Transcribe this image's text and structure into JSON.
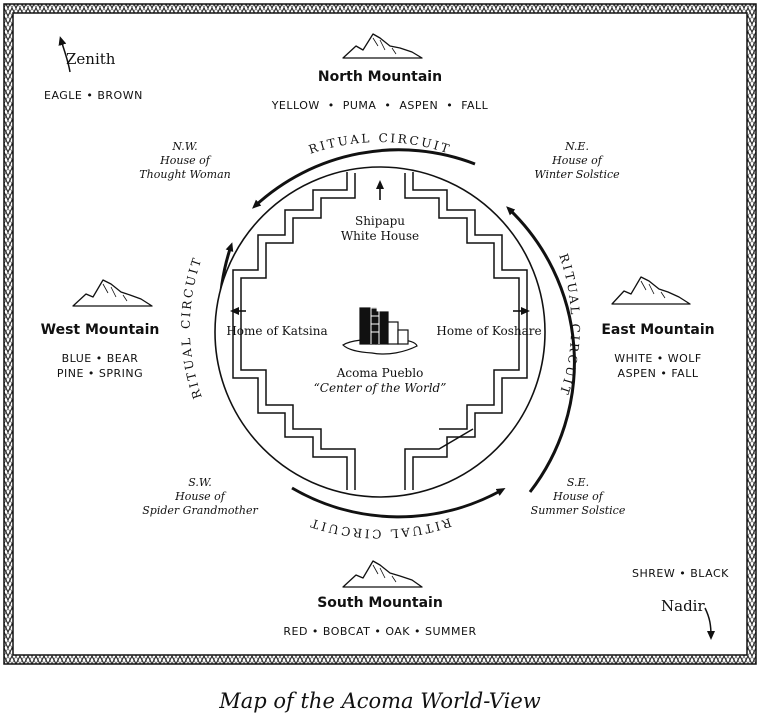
{
  "caption": "Map of the Acoma World-View",
  "zenith": {
    "label": "Zenith",
    "attributes": "EAGLE • BROWN"
  },
  "nadir": {
    "label": "Nadir",
    "attributes": "SHREW • BLACK"
  },
  "mountains": {
    "north": {
      "name": "North Mountain",
      "attributes": "YELLOW  •  PUMA  •  ASPEN  •  FALL"
    },
    "west": {
      "name": "West Mountain",
      "attributes_line1": "BLUE • BEAR",
      "attributes_line2": "PINE • SPRING"
    },
    "east": {
      "name": "East Mountain",
      "attributes_line1": "WHITE • WOLF",
      "attributes_line2": "ASPEN • FALL"
    },
    "south": {
      "name": "South Mountain",
      "attributes": "RED • BOBCAT • OAK • SUMMER"
    }
  },
  "intercardinal": {
    "nw": {
      "dir": "N.W.",
      "line1": "House of",
      "line2": "Thought Woman"
    },
    "ne": {
      "dir": "N.E.",
      "line1": "House of",
      "line2": "Winter Solstice"
    },
    "sw": {
      "dir": "S.W.",
      "line1": "House of",
      "line2": "Spider Grandmother"
    },
    "se": {
      "dir": "S.E.",
      "line1": "House of",
      "line2": "Summer Solstice"
    }
  },
  "center": {
    "north_line1": "Shipapu",
    "north_line2": "White House",
    "west": "Home of Katsina",
    "east": "Home of Koshare",
    "line1": "Acoma Pueblo",
    "line2": "“Center of the World”"
  },
  "ritual_circuit": "RITUAL CIRCUIT"
}
